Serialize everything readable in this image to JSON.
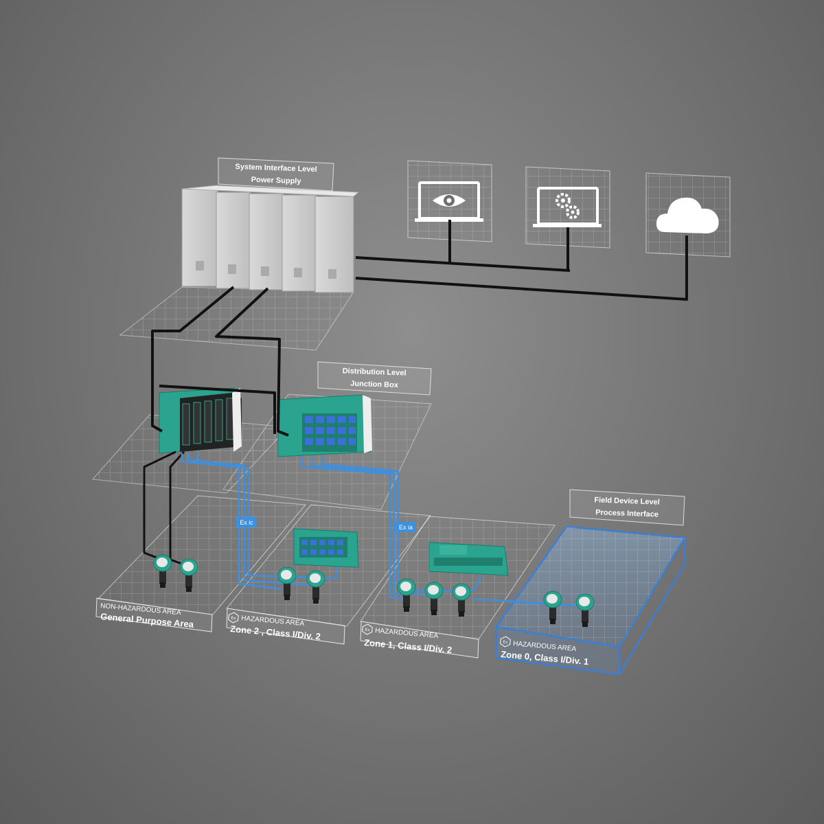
{
  "levels": {
    "system": {
      "line1": "System Interface Level",
      "line2": "Power Supply"
    },
    "distribution": {
      "line1": "Distribution Level",
      "line2": "Junction Box"
    },
    "field": {
      "line1": "Field Device Level",
      "line2": "Process Interface"
    }
  },
  "zones": [
    {
      "category": "NON-HAZARDOUS AREA",
      "name": "General Purpose Area",
      "ex": false
    },
    {
      "category": "HAZARDOUS AREA",
      "name": "Zone 2 , Class I/Div. 2",
      "ex": true
    },
    {
      "category": "HAZARDOUS AREA",
      "name": "Zone 1, Class I/Div. 2",
      "ex": true
    },
    {
      "category": "HAZARDOUS AREA",
      "name": "Zone 0, Class I/Div. 1",
      "ex": true
    }
  ],
  "cable_tags": {
    "ex_ic": "Ex ic",
    "ex_ia": "Ex ia"
  },
  "ex_symbol": "Ex",
  "icons": [
    "eye-monitor-icon",
    "gears-monitor-icon",
    "cloud-icon"
  ],
  "colors": {
    "background": "#7a7a7a",
    "signal_blue": "#3d8fe0",
    "teal": "#2aa38f",
    "cable_black": "#111111",
    "zone0_border": "#3a7fd5"
  }
}
